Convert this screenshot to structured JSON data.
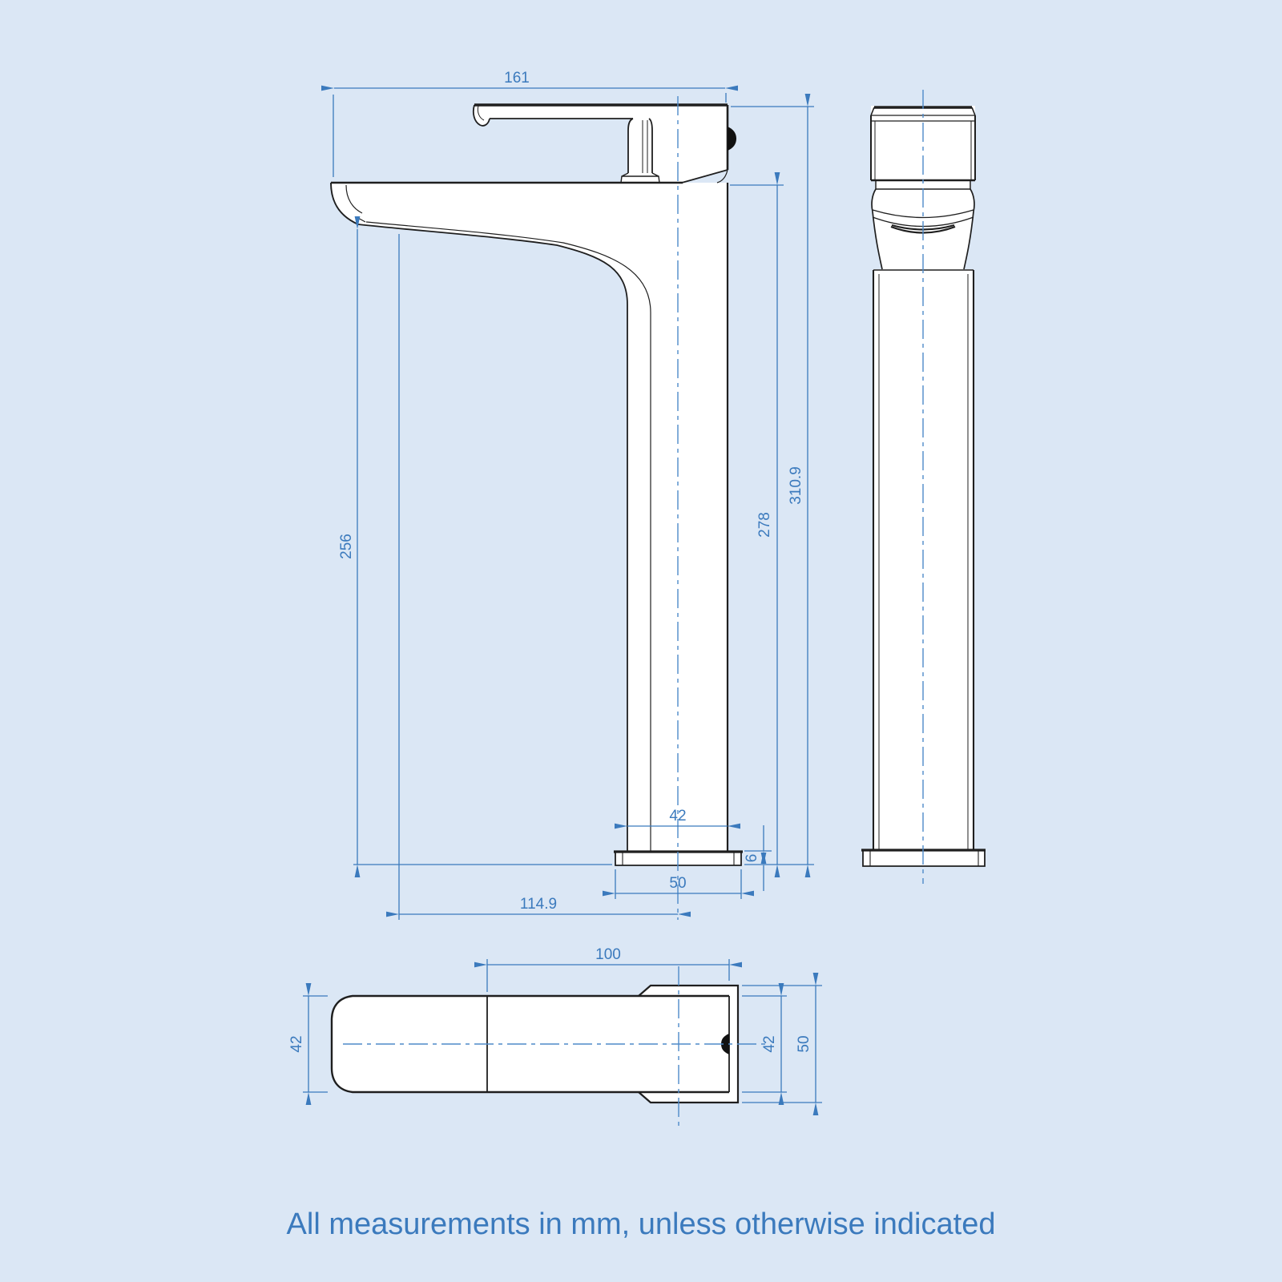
{
  "drawing": {
    "caption": "All measurements in mm, unless otherwise indicated",
    "units": "mm",
    "colors": {
      "background": "#dbe7f5",
      "line": "#1f1f1f",
      "dimension_blue": "#3b7abd",
      "centerline_blue": "#4e8ac9"
    },
    "views": {
      "side": {
        "label": "side-elevation",
        "dims": {
          "spout_reach": "161",
          "height_to_spout_underside": "256",
          "height_to_spout_top": "278",
          "overall_height": "310.9",
          "body_width": "42",
          "base_thickness": "6",
          "base_width": "50",
          "tip_to_centre": "114.9"
        }
      },
      "front": {
        "label": "front-elevation"
      },
      "top": {
        "label": "plan-view",
        "dims": {
          "handle_length": "100",
          "handle_width": "42",
          "body_width": "42",
          "base_width": "50"
        }
      }
    }
  }
}
